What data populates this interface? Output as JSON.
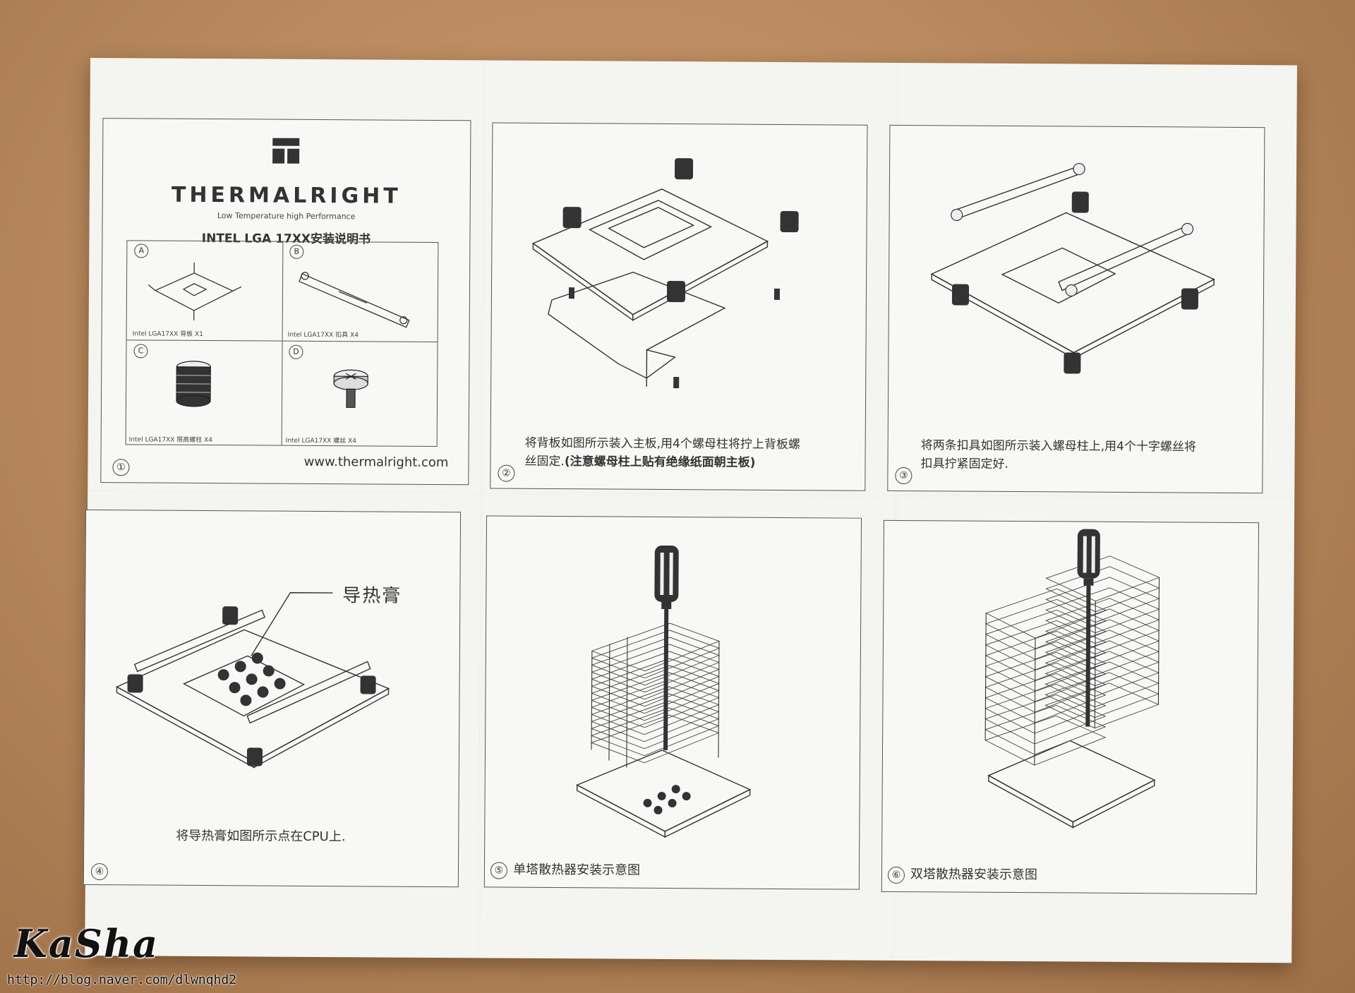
{
  "brand": {
    "name": "THERMALRIGHT",
    "tagline": "Low Temperature high Performance",
    "manual_title": "INTEL LGA 17XX安装说明书",
    "website": "www.thermalright.com"
  },
  "panels": [
    {
      "number": "①",
      "parts": [
        {
          "letter": "A",
          "label": "Intel LGA17XX 背板 X1"
        },
        {
          "letter": "B",
          "label": "Intel LGA17XX 扣具 X4"
        },
        {
          "letter": "C",
          "label": "Intel LGA17XX 限高螺柱 X4"
        },
        {
          "letter": "D",
          "label": "Intel LGA17XX 螺丝 X4"
        }
      ]
    },
    {
      "number": "②",
      "caption_line1": "将背板如图所示装入主板,用4个螺母柱将拧上背板螺",
      "caption_line2_plain": "丝固定.",
      "caption_line2_bold": "(注意螺母柱上贴有绝缘纸面朝主板)"
    },
    {
      "number": "③",
      "caption_line1": "将两条扣具如图所示装入螺母柱上,用4个十字螺丝将",
      "caption_line2": "扣具拧紧固定好."
    },
    {
      "number": "④",
      "callout": "导热膏",
      "caption": "将导热膏如图所示点在CPU上."
    },
    {
      "number": "⑤",
      "caption": "单塔散热器安装示意图"
    },
    {
      "number": "⑥",
      "caption": "双塔散热器安装示意图"
    }
  ],
  "watermark": {
    "signature": "KaSha",
    "url": "http://blog.naver.com/dlwnqhd2"
  }
}
